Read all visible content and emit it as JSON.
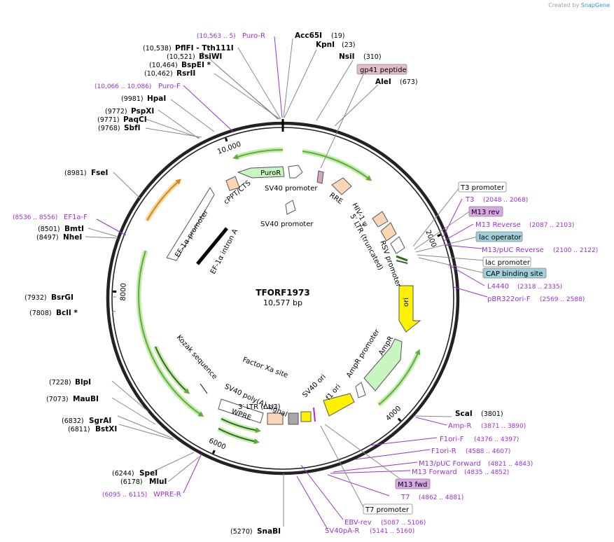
{
  "credit": {
    "prefix": "Created by",
    "brand": "SnapGene"
  },
  "plasmid": {
    "name": "TFORF1973",
    "size": "10,577 bp",
    "length": 10577
  },
  "colors": {
    "backbone": "#222222",
    "site_line": "#777777",
    "primer": "#9b30d6",
    "feature_green": "#8fd46b",
    "orange": "#f0b35a"
  },
  "ticks": [
    {
      "bp": 2000,
      "label": "2000"
    },
    {
      "bp": 4000,
      "label": "4000"
    },
    {
      "bp": 6000,
      "label": "6000"
    },
    {
      "bp": 8000,
      "label": "8000"
    },
    {
      "bp": 10000,
      "label": "10,000"
    }
  ],
  "sites": [
    {
      "name": "Acc65I",
      "pos": "(19)",
      "side": "right"
    },
    {
      "name": "KpnI",
      "pos": "(23)",
      "side": "right"
    },
    {
      "name": "NsiI",
      "pos": "(310)",
      "side": "right"
    },
    {
      "name": "AleI",
      "pos": "(673)",
      "side": "right"
    },
    {
      "name": "ScaI",
      "pos": "(3801)",
      "side": "right"
    },
    {
      "name": "SnaBI",
      "pos": "(5270)",
      "side": "left"
    },
    {
      "name": "SpeI",
      "pos": "(6244)",
      "side": "left"
    },
    {
      "name": "MluI",
      "pos": "(6178)",
      "side": "left"
    },
    {
      "name": "SgrAI",
      "pos": "(6832)",
      "side": "left"
    },
    {
      "name": "BstXI",
      "pos": "(6811)",
      "side": "left"
    },
    {
      "name": "MauBI",
      "pos": "(7073)",
      "side": "left"
    },
    {
      "name": "BlpI",
      "pos": "(7228)",
      "side": "left"
    },
    {
      "name": "BclI *",
      "pos": "(7808)",
      "side": "left"
    },
    {
      "name": "BsrGI",
      "pos": "(7932)",
      "side": "left"
    },
    {
      "name": "NheI",
      "pos": "(8497)",
      "side": "left"
    },
    {
      "name": "BmtI",
      "pos": "(8501)",
      "side": "left"
    },
    {
      "name": "FseI",
      "pos": "(8981)",
      "side": "left"
    },
    {
      "name": "SbfI",
      "pos": "(9768)",
      "side": "left"
    },
    {
      "name": "PaqCI",
      "pos": "(9771)",
      "side": "left"
    },
    {
      "name": "PspXI",
      "pos": "(9772)",
      "side": "left"
    },
    {
      "name": "HpaI",
      "pos": "(9981)",
      "side": "left"
    },
    {
      "name": "RsrII",
      "pos": "(10,462)",
      "side": "left"
    },
    {
      "name": "BspEI *",
      "pos": "(10,464)",
      "side": "left"
    },
    {
      "name": "BsiWI",
      "pos": "(10,521)",
      "side": "left"
    },
    {
      "name": "PflFI - Tth111I",
      "pos": "(10,538)",
      "side": "left"
    }
  ],
  "primers": [
    {
      "name": "Puro-R",
      "pos": "(10,563 .. 5)"
    },
    {
      "name": "Puro-F",
      "pos": "(10,066 .. 10,086)"
    },
    {
      "name": "EF1a-F",
      "pos": "(8536 .. 8556)"
    },
    {
      "name": "WPRE-R",
      "pos": "(6095 .. 6115)"
    },
    {
      "name": "T3",
      "pos": "(2048 .. 2068)"
    },
    {
      "name": "M13 Reverse",
      "pos": "(2087 .. 2103)"
    },
    {
      "name": "M13/pUC Reverse",
      "pos": "(2100 .. 2122)"
    },
    {
      "name": "L4440",
      "pos": "(2318 .. 2335)"
    },
    {
      "name": "pBR322ori-F",
      "pos": "(2569 .. 2588)"
    },
    {
      "name": "Amp-R",
      "pos": "(3871 .. 3890)"
    },
    {
      "name": "F1ori-F",
      "pos": "(4376 .. 4397)"
    },
    {
      "name": "F1ori-R",
      "pos": "(4588 .. 4607)"
    },
    {
      "name": "M13/pUC Forward",
      "pos": "(4821 .. 4843)"
    },
    {
      "name": "M13 Forward",
      "pos": "(4835 .. 4852)"
    },
    {
      "name": "T7",
      "pos": "(4862 .. 4881)"
    },
    {
      "name": "EBV-rev",
      "pos": "(5087 .. 5106)"
    },
    {
      "name": "SV40pA-R",
      "pos": "(5141 .. 5160)"
    }
  ],
  "boxed_labels": [
    {
      "name": "gp41 peptide",
      "style": "pink"
    },
    {
      "name": "T3 promoter",
      "style": "white"
    },
    {
      "name": "M13 rev",
      "style": "violet"
    },
    {
      "name": "lac operator",
      "style": "teal"
    },
    {
      "name": "lac promoter",
      "style": "white"
    },
    {
      "name": "CAP binding site",
      "style": "teal"
    },
    {
      "name": "M13 fwd",
      "style": "violet"
    },
    {
      "name": "T7 promoter",
      "style": "white"
    }
  ],
  "features": [
    {
      "name": "PuroR"
    },
    {
      "name": "SV40 promoter"
    },
    {
      "name": "SV40 promoter"
    },
    {
      "name": "RRE"
    },
    {
      "name": "cPPT/CTS"
    },
    {
      "name": "EF-1α promoter"
    },
    {
      "name": "EF-1α intron A"
    },
    {
      "name": "HIV-1 ψ"
    },
    {
      "name": "5′ LTR (truncated)"
    },
    {
      "name": "RSV promoter"
    },
    {
      "name": "ori"
    },
    {
      "name": "AmpR promoter"
    },
    {
      "name": "AmpR"
    },
    {
      "name": "f1 ori"
    },
    {
      "name": "SV40 ori"
    },
    {
      "name": "3′ LTR (ΔU3)"
    },
    {
      "name": "SV40 poly(A) signal"
    },
    {
      "name": "Factor Xa site"
    },
    {
      "name": "WPRE"
    },
    {
      "name": "Kozak sequence"
    }
  ]
}
